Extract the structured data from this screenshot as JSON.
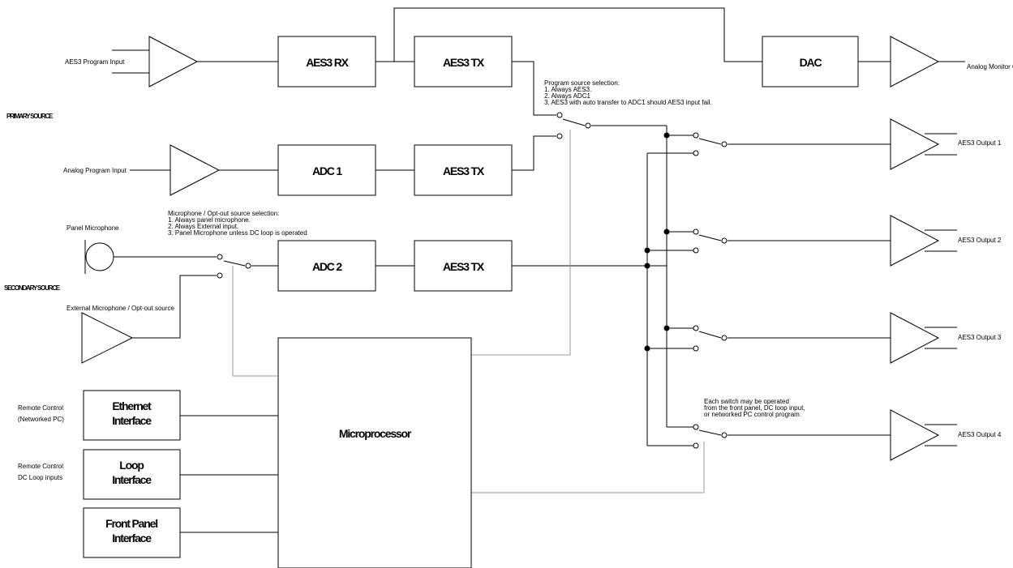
{
  "blocks": {
    "aes3_rx": "AES3 RX",
    "aes3_tx_top": "AES3 TX",
    "dac": "DAC",
    "adc1": "ADC 1",
    "aes3_tx_mid": "AES3 TX",
    "adc2": "ADC 2",
    "aes3_tx_bottom": "AES3 TX",
    "ethernet_line1": "Ethernet",
    "ethernet_line2": "Interface",
    "loop_line1": "Loop",
    "loop_line2": "Interface",
    "front_line1": "Front Panel",
    "front_line2": "Interface",
    "microprocessor": "Microprocessor"
  },
  "labels": {
    "aes3_program_input": "AES3 Program Input",
    "analog_monitor_output": "Analog Monitor Output",
    "primary_source": "PRIMARY SOURCE",
    "analog_program_input": "Analog Program Input",
    "panel_microphone": "Panel Microphone",
    "secondary_source": "SECONDARY SOURCE",
    "external_source": "External Microphone / Opt-out source",
    "remote_networked_1": "Remote Control",
    "remote_networked_2": "(Networked PC)",
    "remote_loop_1": "Remote Control",
    "remote_loop_2": "DC Loop inputs",
    "outputs": [
      "AES3 Output 1",
      "AES3 Output 2",
      "AES3 Output 3",
      "AES3 Output 4"
    ]
  },
  "notes": {
    "program_source": [
      "Program source selection:",
      "1. Always AES3.",
      "2. Always ADC1",
      "3. AES3 with auto transfer to ADC1 should AES3 input fail."
    ],
    "mic_source": [
      "Microphone / Opt-out source selection:",
      "1. Always panel microphone.",
      "2. Always External input.",
      "3. Panel Microphone unless DC loop is operated"
    ],
    "switch_ops": [
      "Each switch may be operated",
      "from the front panel, DC loop input,",
      "or networked PC control program."
    ]
  }
}
